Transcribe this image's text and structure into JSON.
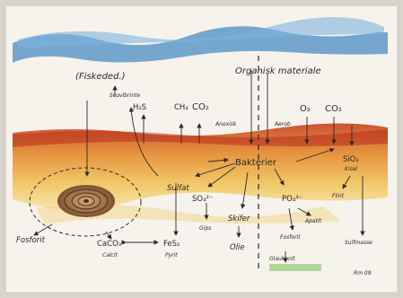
{
  "labels": {
    "fiskeded": "(Fiskeded.)",
    "organisk": "Organisk materiale",
    "svovlbrinte": "Svovlbrinte",
    "h2s": "H₂S",
    "ch4": "CH₄",
    "co2_left": "CO₂",
    "anoxisk_left": "Anoxisk",
    "aerob": "Aerob",
    "o2": "O₂",
    "co2_right": "CO₂",
    "bakterier": "Bakterier",
    "sulfat": "Sulfat",
    "so4": "SO₄²⁻",
    "gips": "Gips",
    "fes2": "FeS₂",
    "pyrit": "Pyrit",
    "caco3": "CaCO₃",
    "calcit": "Calcit",
    "skifer": "Skifer",
    "olie": "Olie",
    "po4": "PO₄³⁻",
    "apatit": "Apatit",
    "fosforit_right": "Fosforit",
    "sio2": "SiO₂",
    "kisel": "Kisel",
    "flint": "Flint",
    "sulfmasse": "Sulfmasse",
    "glaukonit": "Glaukonit",
    "fosforit_left": "Fosforit",
    "signature": "Rm 09"
  },
  "colors": {
    "paper": "#f6f3ec",
    "water": "#4a8cc4",
    "sediment_red": "#c8401f",
    "sediment_orange": "#e48a2c",
    "sediment_yellow": "#f1c45a",
    "ink": "#2b2a28",
    "green_patch": "#9ed08a"
  }
}
